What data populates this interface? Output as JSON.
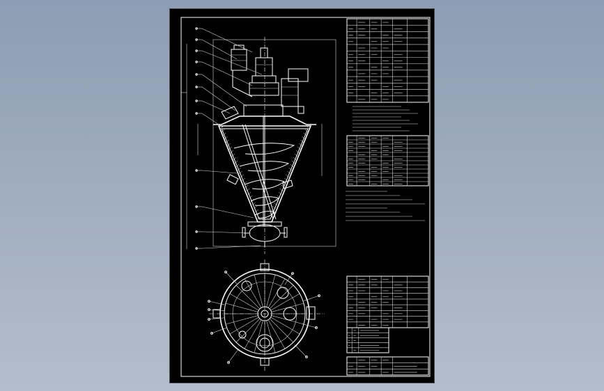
{
  "drawing": {
    "background": "#000000",
    "line_color": "#ffffff",
    "viewer_background": "#9aa7ba"
  },
  "tables": {
    "top_right": {
      "rows": 13,
      "cols": 6
    },
    "middle_right": {
      "rows": 12,
      "cols": 6
    },
    "lower_right": {
      "rows": 9,
      "cols": 6
    },
    "title_block": {
      "rows": 3,
      "cols": 5
    }
  },
  "icons": [
    "drive-motor-icon",
    "gearbox-icon",
    "valve-icon",
    "nozzle-icon"
  ]
}
